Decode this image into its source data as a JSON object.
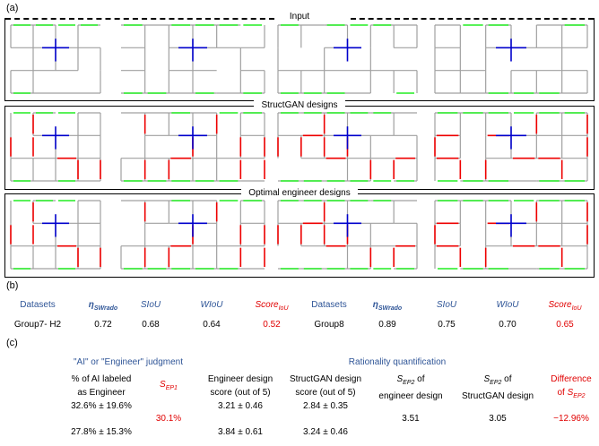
{
  "panel_a": {
    "label": "(a)",
    "rows": [
      {
        "title": "Input"
      },
      {
        "title": "StructGAN designs"
      },
      {
        "title": "Optimal engineer designs"
      }
    ],
    "colors": {
      "wall": "#a0a0a0",
      "window": "#22ee22",
      "core": "#0000cc",
      "structure": "#ee0000"
    }
  },
  "panel_b": {
    "label": "(b)",
    "headers": [
      "Datasets",
      "η",
      "SIoU",
      "WIoU",
      "Score"
    ],
    "eta_sub": "SWrado",
    "score_sub": "IoU",
    "rows": [
      {
        "dataset": "Group7- H2",
        "eta": "0.72",
        "siou": "0.68",
        "wiou": "0.64",
        "score": "0.52"
      },
      {
        "dataset": "Group8",
        "eta": "0.89",
        "siou": "0.75",
        "wiou": "0.70",
        "score": "0.65"
      }
    ]
  },
  "panel_c": {
    "label": "(c)",
    "group1": "\"AI\" or \"Engineer\" judgment",
    "group2": "Rationality quantification",
    "headers": {
      "pct_line1": "% of AI labeled",
      "pct_line2": "as Engineer",
      "sep1": "S",
      "sep1_sub": "EP1",
      "eng_line1": "Engineer design",
      "eng_line2": "score (out of 5)",
      "gan_line1": "StructGAN design",
      "gan_line2": "score (out of 5)",
      "sep2": "S",
      "sep2_sub": "EP2",
      "sep2_eng_suffix": " of",
      "sep2_eng_line2": "engineer design",
      "sep2_gan_suffix": " of",
      "sep2_gan_line2": "StructGAN design",
      "diff_line1": "Difference",
      "diff_line2": "of "
    },
    "rows": [
      {
        "pct": "32.6% ± 19.6%",
        "eng": "3.21 ± 0.46",
        "gan": "2.84 ± 0.35"
      },
      {
        "pct": "27.8% ± 15.3%",
        "eng": "3.84 ± 0.61",
        "gan": "3.24 ± 0.46"
      }
    ],
    "sep1_value": "30.1%",
    "sep2_eng_value": "3.51",
    "sep2_gan_value": "3.05",
    "diff_value": "−12.96%"
  }
}
